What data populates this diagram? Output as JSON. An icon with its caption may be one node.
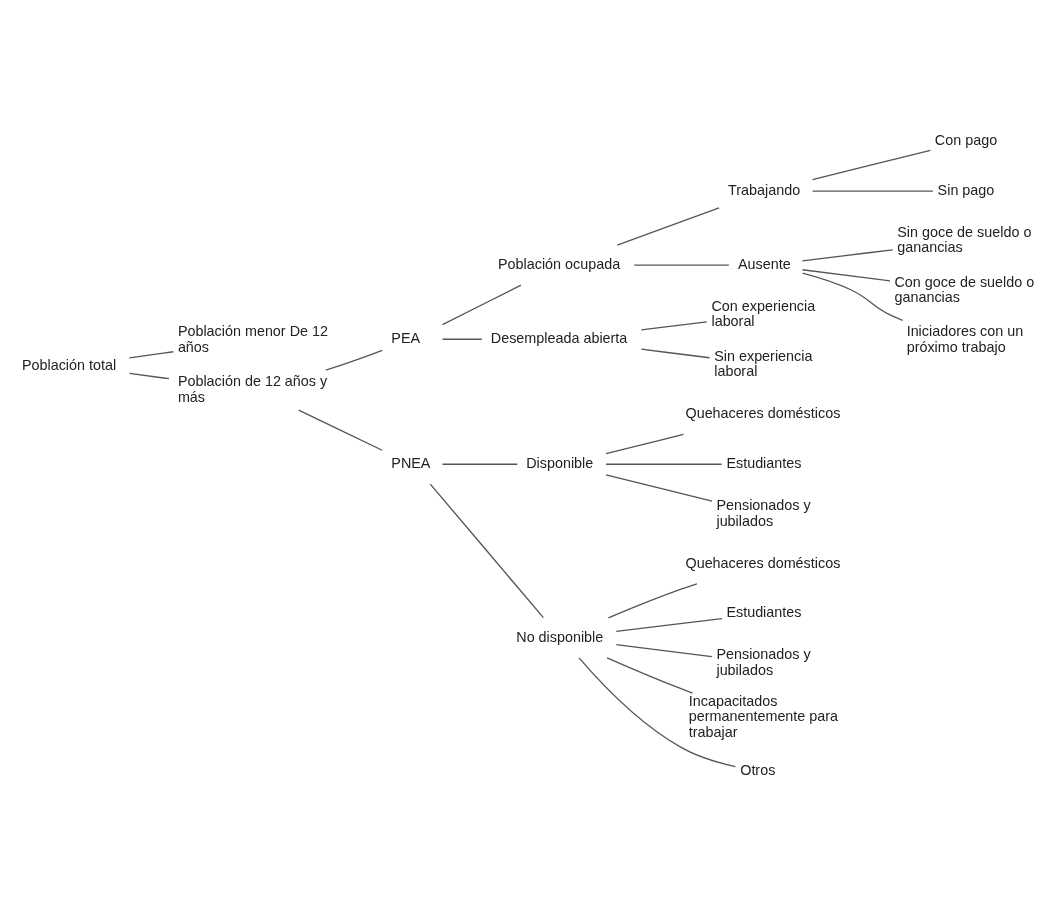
{
  "diagram": {
    "nodes": [
      {
        "text": [
          "Población total"
        ]
      },
      {
        "text": [
          "Población menor De 12 años"
        ]
      },
      {
        "text": [
          "Población de 12 años y más"
        ]
      },
      {
        "text": [
          "PEA"
        ]
      },
      {
        "text": [
          "PNEA"
        ]
      },
      {
        "text": [
          "Población ocupada"
        ]
      },
      {
        "text": [
          "Desempleada abierta"
        ]
      },
      {
        "text": [
          "Trabajando"
        ]
      },
      {
        "text": [
          "Ausente"
        ]
      },
      {
        "text": [
          "Con pago"
        ]
      },
      {
        "text": [
          "Sin pago"
        ]
      },
      {
        "text": [
          "Sin goce de sueldo o ganancias"
        ]
      },
      {
        "text": [
          "Con goce de sueldo o ganancias"
        ]
      },
      {
        "text": [
          "Iniciadores con un próximo trabajo"
        ]
      },
      {
        "text": [
          "Con experiencia laboral"
        ]
      },
      {
        "text": [
          "Sin experiencia laboral"
        ]
      },
      {
        "text": [
          "Disponible"
        ]
      },
      {
        "text": [
          "No disponible"
        ]
      },
      {
        "text": [
          "Quehaceres domésticos"
        ]
      },
      {
        "text": [
          "Estudiantes"
        ]
      },
      {
        "text": [
          "Pensionados y jubilados"
        ]
      },
      {
        "text": [
          "Quehaceres domésticos"
        ]
      },
      {
        "text": [
          "Estudiantes"
        ]
      },
      {
        "text": [
          "Pensionados y jubilados"
        ]
      },
      {
        "text": [
          "Incapacitados permanentemente para trabajar"
        ]
      },
      {
        "text": [
          "Otros"
        ]
      }
    ],
    "edges": [
      {
        "from": 0,
        "to": 1,
        "arrow": "none"
      },
      {
        "from": 0,
        "to": 2,
        "arrow": "none"
      },
      {
        "from": 2,
        "to": 3,
        "arrow": "none"
      },
      {
        "from": 2,
        "to": 4,
        "arrow": "none"
      },
      {
        "from": 3,
        "to": 5,
        "arrow": "none"
      },
      {
        "from": 3,
        "to": 6,
        "arrow": "none"
      },
      {
        "from": 5,
        "to": 7,
        "arrow": "none"
      },
      {
        "from": 5,
        "to": 8,
        "arrow": "none"
      },
      {
        "from": 7,
        "to": 9,
        "arrow": "none"
      },
      {
        "from": 7,
        "to": 10,
        "arrow": "none"
      },
      {
        "from": 8,
        "to": 11,
        "arrow": "none"
      },
      {
        "from": 8,
        "to": 12,
        "arrow": "none"
      },
      {
        "from": 8,
        "to": 13,
        "arrow": "none"
      },
      {
        "from": 6,
        "to": 14,
        "arrow": "none"
      },
      {
        "from": 6,
        "to": 15,
        "arrow": "none"
      },
      {
        "from": 4,
        "to": 16,
        "arrow": "none"
      },
      {
        "from": 4,
        "to": 17,
        "arrow": "none"
      },
      {
        "from": 16,
        "to": 18,
        "arrow": "none"
      },
      {
        "from": 16,
        "to": 19,
        "arrow": "none"
      },
      {
        "from": 16,
        "to": 20,
        "arrow": "none"
      },
      {
        "from": 17,
        "to": 21,
        "arrow": "none"
      },
      {
        "from": 17,
        "to": 22,
        "arrow": "none"
      },
      {
        "from": 17,
        "to": 23,
        "arrow": "none"
      },
      {
        "from": 17,
        "to": 24,
        "arrow": "none"
      },
      {
        "from": 17,
        "to": 25,
        "arrow": "none"
      }
    ]
  }
}
